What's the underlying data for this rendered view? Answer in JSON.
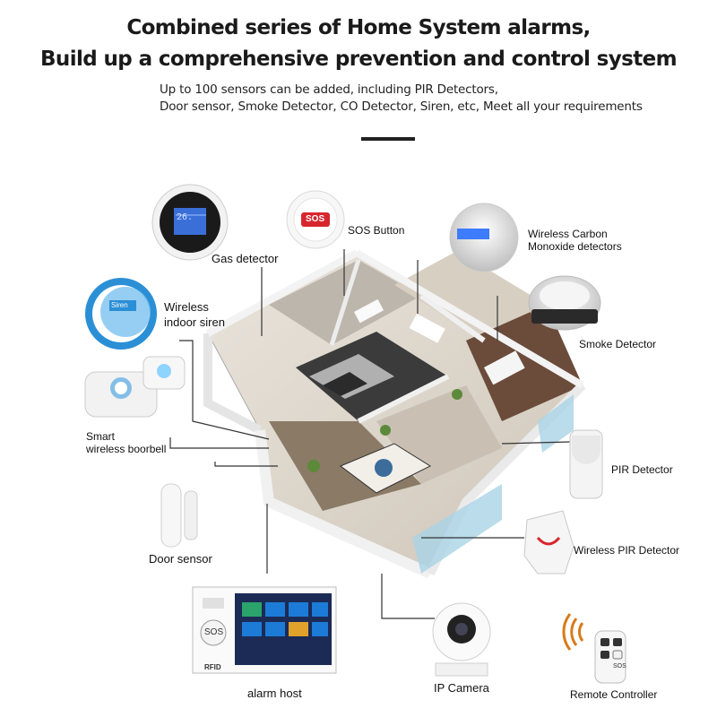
{
  "header": {
    "title_line1": "Combined series of Home System alarms,",
    "title_line2": "Build up a comprehensive prevention and control system",
    "subtitle_line1": "Up to 100 sensors can be added, including PIR Detectors,",
    "subtitle_line2": "Door sensor, Smoke Detector, CO Detector, Siren, etc, Meet all your requirements"
  },
  "devices": {
    "gas_detector": "Gas detector",
    "gas_screen_value": "26.",
    "sos_button": "SOS Button",
    "sos_text": "SOS",
    "co_detector_line1": "Wireless Carbon",
    "co_detector_line2": "Monoxide detectors",
    "siren_line1": "Wireless",
    "siren_line2": "indoor siren",
    "siren_text": "Siren",
    "smoke_detector": "Smoke Detector",
    "doorbell_line1": "Smart",
    "doorbell_line2": "wireless boorbell",
    "pir_detector": "PIR Detector",
    "door_sensor": "Door sensor",
    "wireless_pir": "Wireless PIR Detector",
    "alarm_host": "alarm host",
    "alarm_host_rfid": "RFID",
    "alarm_host_sos": "SOS",
    "ip_camera": "IP Camera",
    "remote_controller": "Remote Controller",
    "remote_sos": "SOS"
  },
  "colors": {
    "accent_blue": "#2b8fd6",
    "sos_red": "#d8262f",
    "screen_dark": "#1b2b55",
    "line_dark": "#333333"
  }
}
